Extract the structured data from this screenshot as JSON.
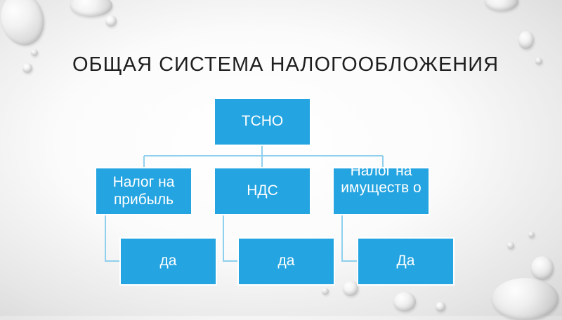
{
  "slide": {
    "title": "ОБЩАЯ СИСТЕМА НАЛОГООБЛОЖЕНИЯ"
  },
  "diagram": {
    "root": "ТСНО",
    "taxes": [
      {
        "label": "Налог на прибыль",
        "answer": "да"
      },
      {
        "label": "НДС",
        "answer": "да"
      },
      {
        "label": "Налог на имуществ о",
        "answer": "Да"
      }
    ]
  },
  "colors": {
    "box_fill": "#24a4e0",
    "box_border": "#ffffff",
    "connector": "#8fd0ee"
  }
}
